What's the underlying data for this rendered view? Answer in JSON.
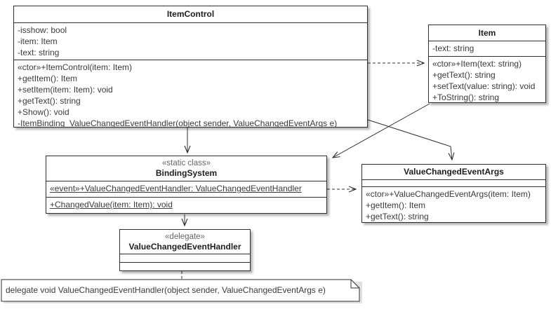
{
  "colors": {
    "border": "#2f2f2f",
    "text": "#3a3a3a",
    "stereotype": "#666666",
    "shadow": "#c9c9c9",
    "background": "#ffffff"
  },
  "classes": {
    "item_control": {
      "name": "ItemControl",
      "attributes": [
        "-isshow: bool",
        "-item: Item",
        "-text: string"
      ],
      "methods": [
        "«ctor»+ItemControl(item: Item)",
        "+getItem(): Item",
        "+setItem(item: Item): void",
        "+getText(): string",
        "+Show(): void",
        "-ItemBinding_ValueChangedEventHandler(object sender, ValueChangedEventArgs e)"
      ]
    },
    "item": {
      "name": "Item",
      "attributes": [
        "-text: string"
      ],
      "methods": [
        "«ctor»+Item(text: string)",
        "+getText(): string",
        "+setText(value: string): void",
        "+ToString(): string"
      ]
    },
    "binding_system": {
      "stereotype": "«static class»",
      "name": "BindingSystem",
      "attributes": [
        "«event»+ValueChangedEventHandler: ValueChangedEventHandler"
      ],
      "methods": [
        "+ChangedValue(item: Item): void"
      ]
    },
    "value_changed_event_args": {
      "name": "ValueChangedEventArgs",
      "methods": [
        "«ctor»+ValueChangedEventArgs(item: Item)",
        "+getItem(): Item",
        "+getText(): string"
      ]
    },
    "value_changed_event_handler": {
      "stereotype": "«delegate»",
      "name": "ValueChangedEventHandler"
    }
  },
  "note": {
    "text": "delegate void ValueChangedEventHandler(object sender, ValueChangedEventArgs e)"
  }
}
